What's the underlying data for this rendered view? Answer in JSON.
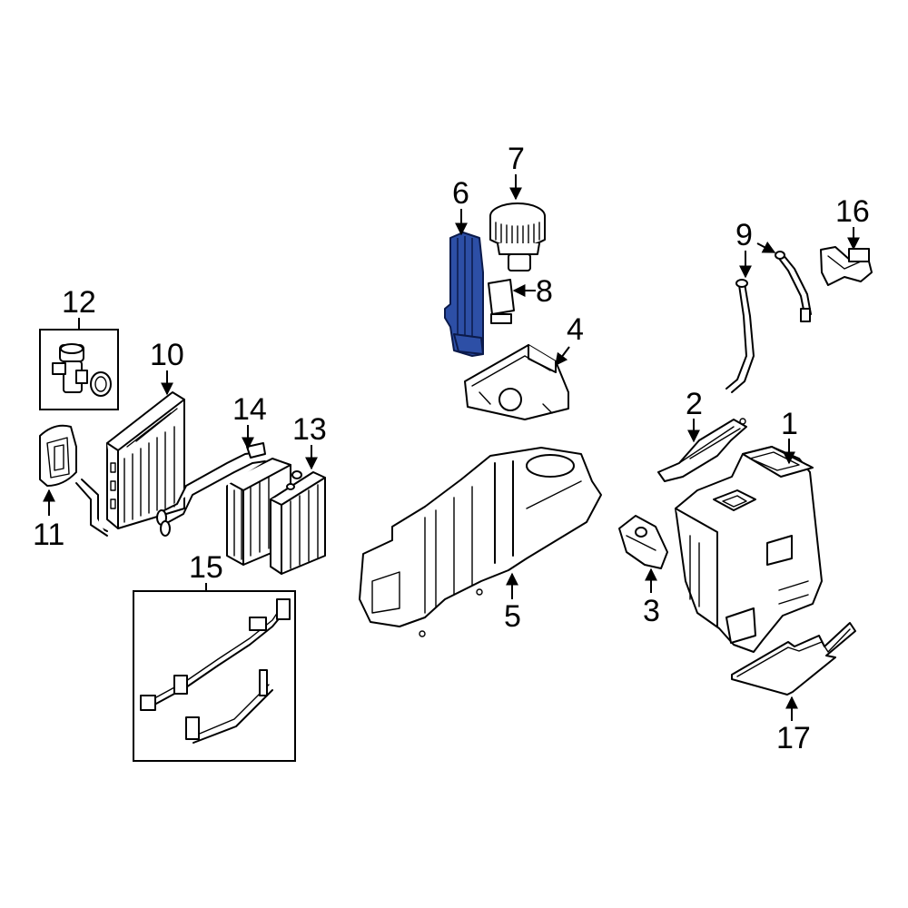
{
  "diagram": {
    "highlight_color": "#2d4fa6",
    "callouts": [
      {
        "id": "1",
        "text": "1"
      },
      {
        "id": "2",
        "text": "2"
      },
      {
        "id": "3",
        "text": "3"
      },
      {
        "id": "4",
        "text": "4"
      },
      {
        "id": "5",
        "text": "5"
      },
      {
        "id": "6",
        "text": "6"
      },
      {
        "id": "7",
        "text": "7"
      },
      {
        "id": "8",
        "text": "8"
      },
      {
        "id": "9",
        "text": "9"
      },
      {
        "id": "10",
        "text": "10"
      },
      {
        "id": "11",
        "text": "11"
      },
      {
        "id": "12",
        "text": "12"
      },
      {
        "id": "13",
        "text": "13"
      },
      {
        "id": "14",
        "text": "14"
      },
      {
        "id": "15",
        "text": "15"
      },
      {
        "id": "16",
        "text": "16"
      },
      {
        "id": "17",
        "text": "17"
      }
    ]
  }
}
